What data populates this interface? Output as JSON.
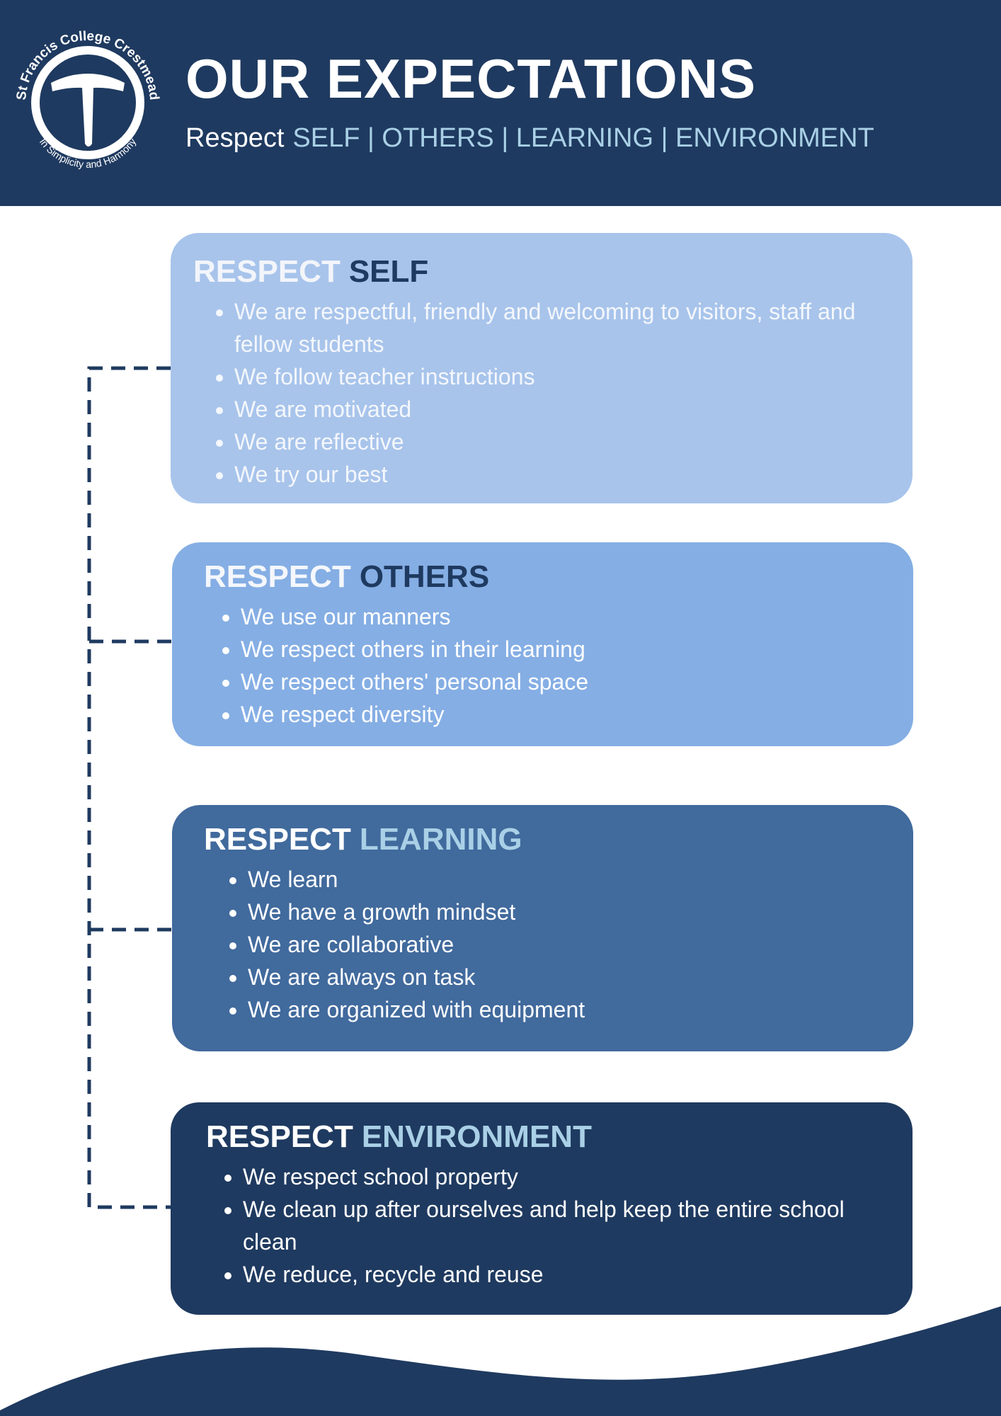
{
  "header": {
    "title": "OUR EXPECTATIONS",
    "subtitle_lead": "Respect",
    "subtitle_categories": "SELF | OTHERS | LEARNING | ENVIRONMENT",
    "logo": {
      "school_name": "St Francis College Crestmead",
      "motto": "In Simplicity and Harmony"
    }
  },
  "cards": {
    "self": {
      "heading_key": "RESPECT",
      "heading_value": "SELF",
      "items": [
        "We are respectful, friendly and welcoming to visitors, staff and fellow students",
        "We follow teacher instructions",
        "We are motivated",
        "We are reflective",
        "We try our best"
      ]
    },
    "others": {
      "heading_key": "RESPECT",
      "heading_value": "OTHERS",
      "items": [
        "We use our manners",
        "We respect others in their learning",
        "We respect others' personal space",
        "We respect diversity"
      ]
    },
    "learning": {
      "heading_key": "RESPECT",
      "heading_value": "LEARNING",
      "items": [
        "We learn",
        "We have a growth mindset",
        "We are collaborative",
        "We are always on task",
        "We are organized with equipment"
      ]
    },
    "environment": {
      "heading_key": "RESPECT",
      "heading_value": "ENVIRONMENT",
      "items": [
        "We respect school property",
        "We clean up after ourselves and help keep the entire school clean",
        "We reduce, recycle and reuse"
      ]
    }
  },
  "colors": {
    "navy": "#1f3a60",
    "self_card": "#a8c4eb",
    "others_card": "#85aee4",
    "learning_card": "#416a9d",
    "environment_card": "#1f3a60",
    "accent_light_blue": "#a9d0e6"
  }
}
